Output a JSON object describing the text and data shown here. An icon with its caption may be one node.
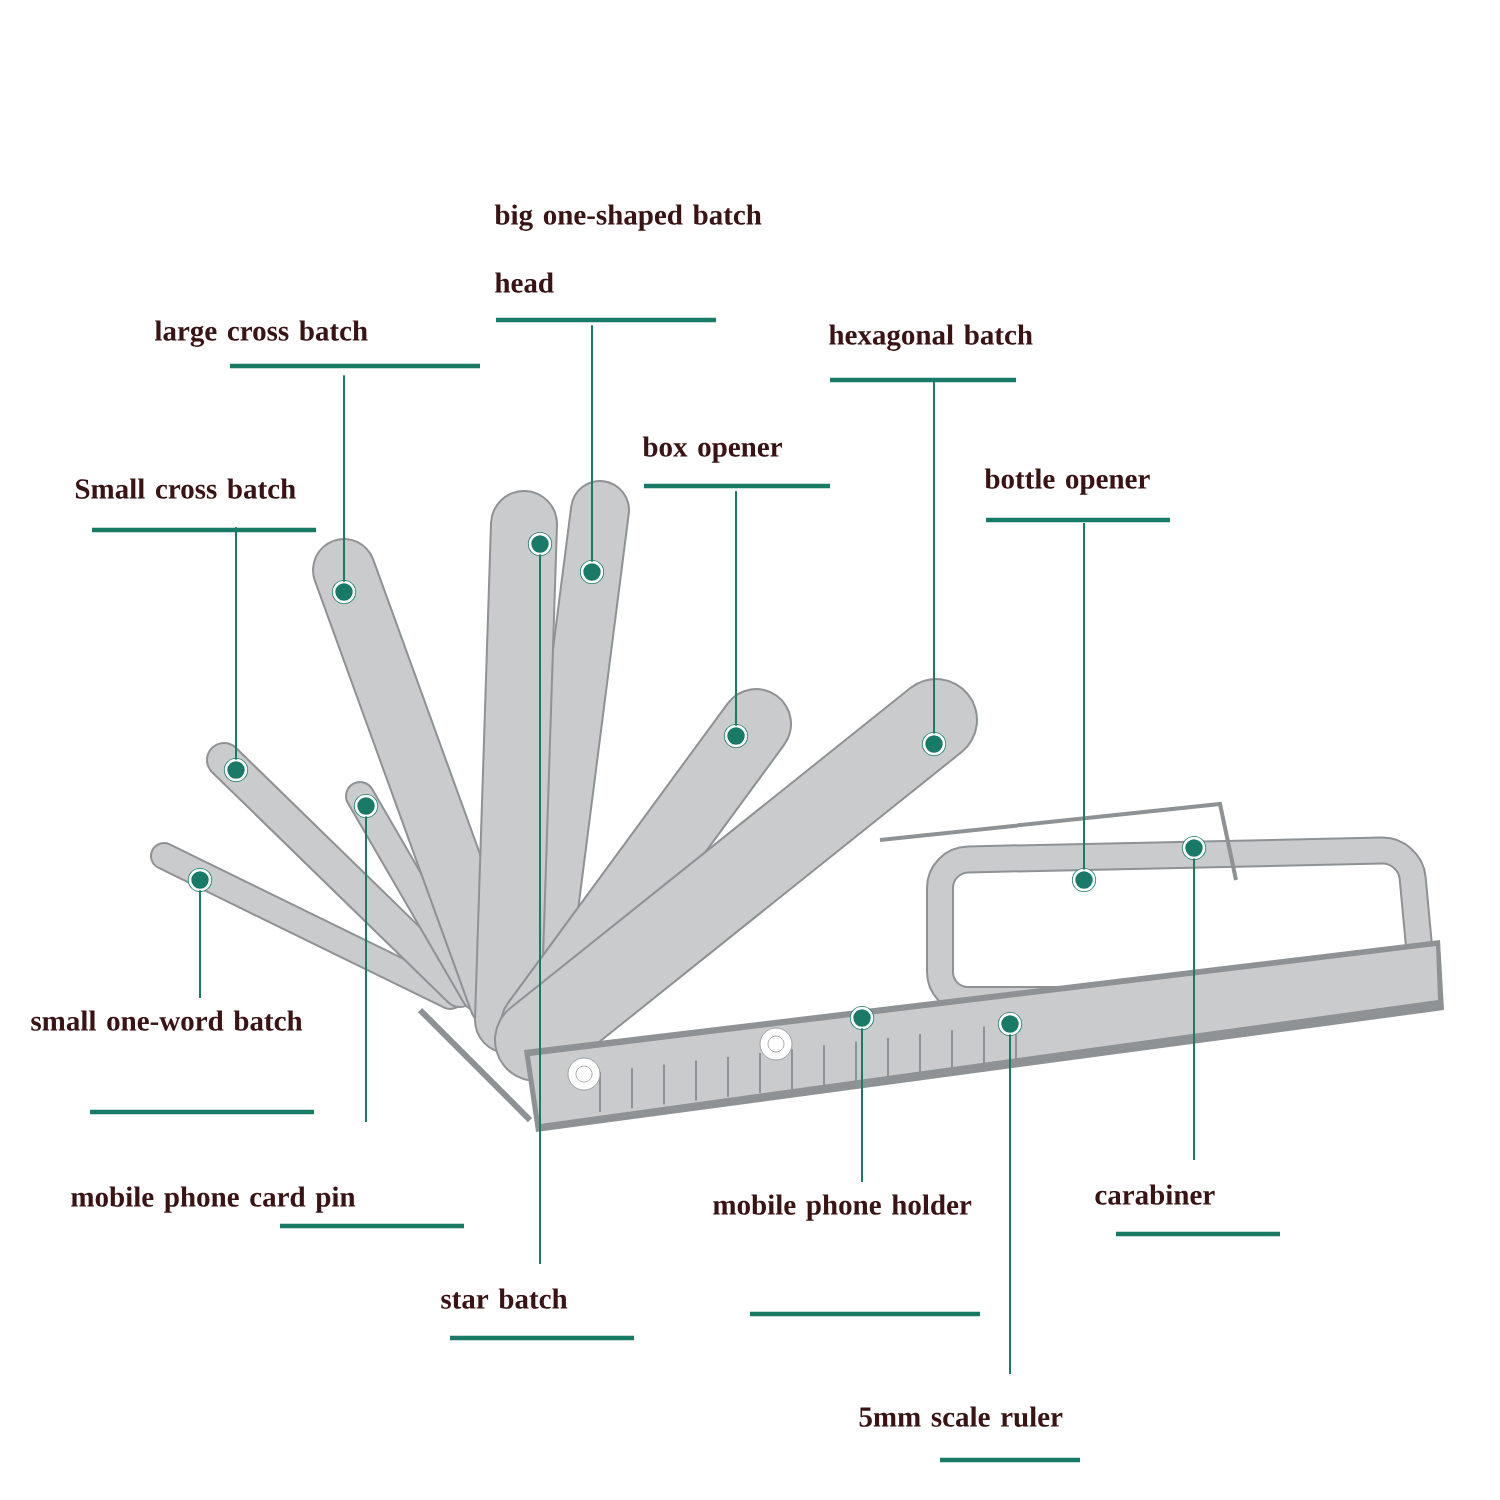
{
  "diagram": {
    "nodes": [
      {
        "text": [
          "big one-shaped batch head"
        ]
      },
      {
        "text": [
          "large cross batch"
        ]
      },
      {
        "text": [
          "Small cross batch"
        ]
      },
      {
        "text": [
          "box opener"
        ]
      },
      {
        "text": [
          "hexagonal batch"
        ]
      },
      {
        "text": [
          "bottle opener"
        ]
      },
      {
        "text": [
          "small one-word batch"
        ]
      },
      {
        "text": [
          "mobile phone card pin"
        ]
      },
      {
        "text": [
          "star batch"
        ]
      },
      {
        "text": [
          "mobile phone holder"
        ]
      },
      {
        "text": [
          "carabiner"
        ]
      },
      {
        "text": [
          "5mm scale ruler"
        ]
      },
      {
        "text": [],
        "shape": "circle"
      },
      {
        "text": [],
        "shape": "circle"
      },
      {
        "text": [],
        "shape": "circle"
      },
      {
        "text": [],
        "shape": "circle"
      },
      {
        "text": [],
        "shape": "circle"
      },
      {
        "text": [],
        "shape": "circle"
      },
      {
        "text": [],
        "shape": "circle"
      },
      {
        "text": [],
        "shape": "circle"
      },
      {
        "text": [],
        "shape": "circle"
      },
      {
        "text": [],
        "shape": "circle"
      },
      {
        "text": [],
        "shape": "circle"
      },
      {
        "text": [],
        "shape": "circle"
      }
    ],
    "edges": [
      {
        "from": 0,
        "to": 12,
        "arrow": "none"
      },
      {
        "from": 1,
        "to": 13,
        "arrow": "none"
      },
      {
        "from": 2,
        "to": 14,
        "arrow": "none"
      },
      {
        "from": 3,
        "to": 15,
        "arrow": "none"
      },
      {
        "from": 4,
        "to": 16,
        "arrow": "none"
      },
      {
        "from": 5,
        "to": 17,
        "arrow": "none"
      },
      {
        "from": 6,
        "to": 18,
        "arrow": "none"
      },
      {
        "from": 7,
        "to": 19,
        "arrow": "none"
      },
      {
        "from": 8,
        "to": 20,
        "arrow": "none"
      },
      {
        "from": 9,
        "to": 21,
        "arrow": "none"
      },
      {
        "from": 10,
        "to": 22,
        "arrow": "none"
      },
      {
        "from": 11,
        "to": 23,
        "arrow": "none"
      }
    ]
  }
}
